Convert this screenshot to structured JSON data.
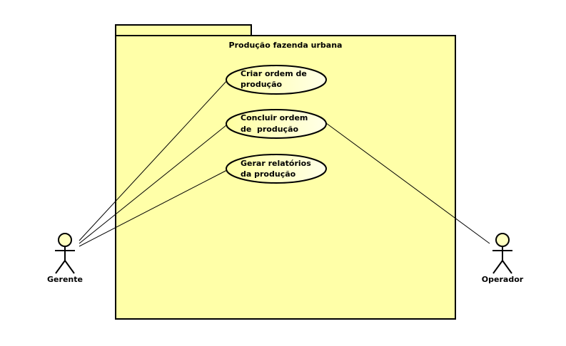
{
  "system": {
    "title": "Produção fazenda urbana"
  },
  "use_cases": [
    {
      "id": "uc1",
      "lines": [
        "Criar ordem de",
        "produção"
      ]
    },
    {
      "id": "uc2",
      "lines": [
        "Concluir ordem",
        "de  produção"
      ]
    },
    {
      "id": "uc3",
      "lines": [
        "Gerar relatórios",
        "da produção"
      ]
    }
  ],
  "actors": {
    "gerente": {
      "name": "Gerente"
    },
    "operador": {
      "name": "Operador"
    }
  },
  "colors": {
    "package_fill": "#ffffa8",
    "usecase_fill_light": "#ffffe8",
    "usecase_fill_dark": "#ffffa0",
    "actor_head_fill": "#ffffc0",
    "line": "#000000"
  }
}
